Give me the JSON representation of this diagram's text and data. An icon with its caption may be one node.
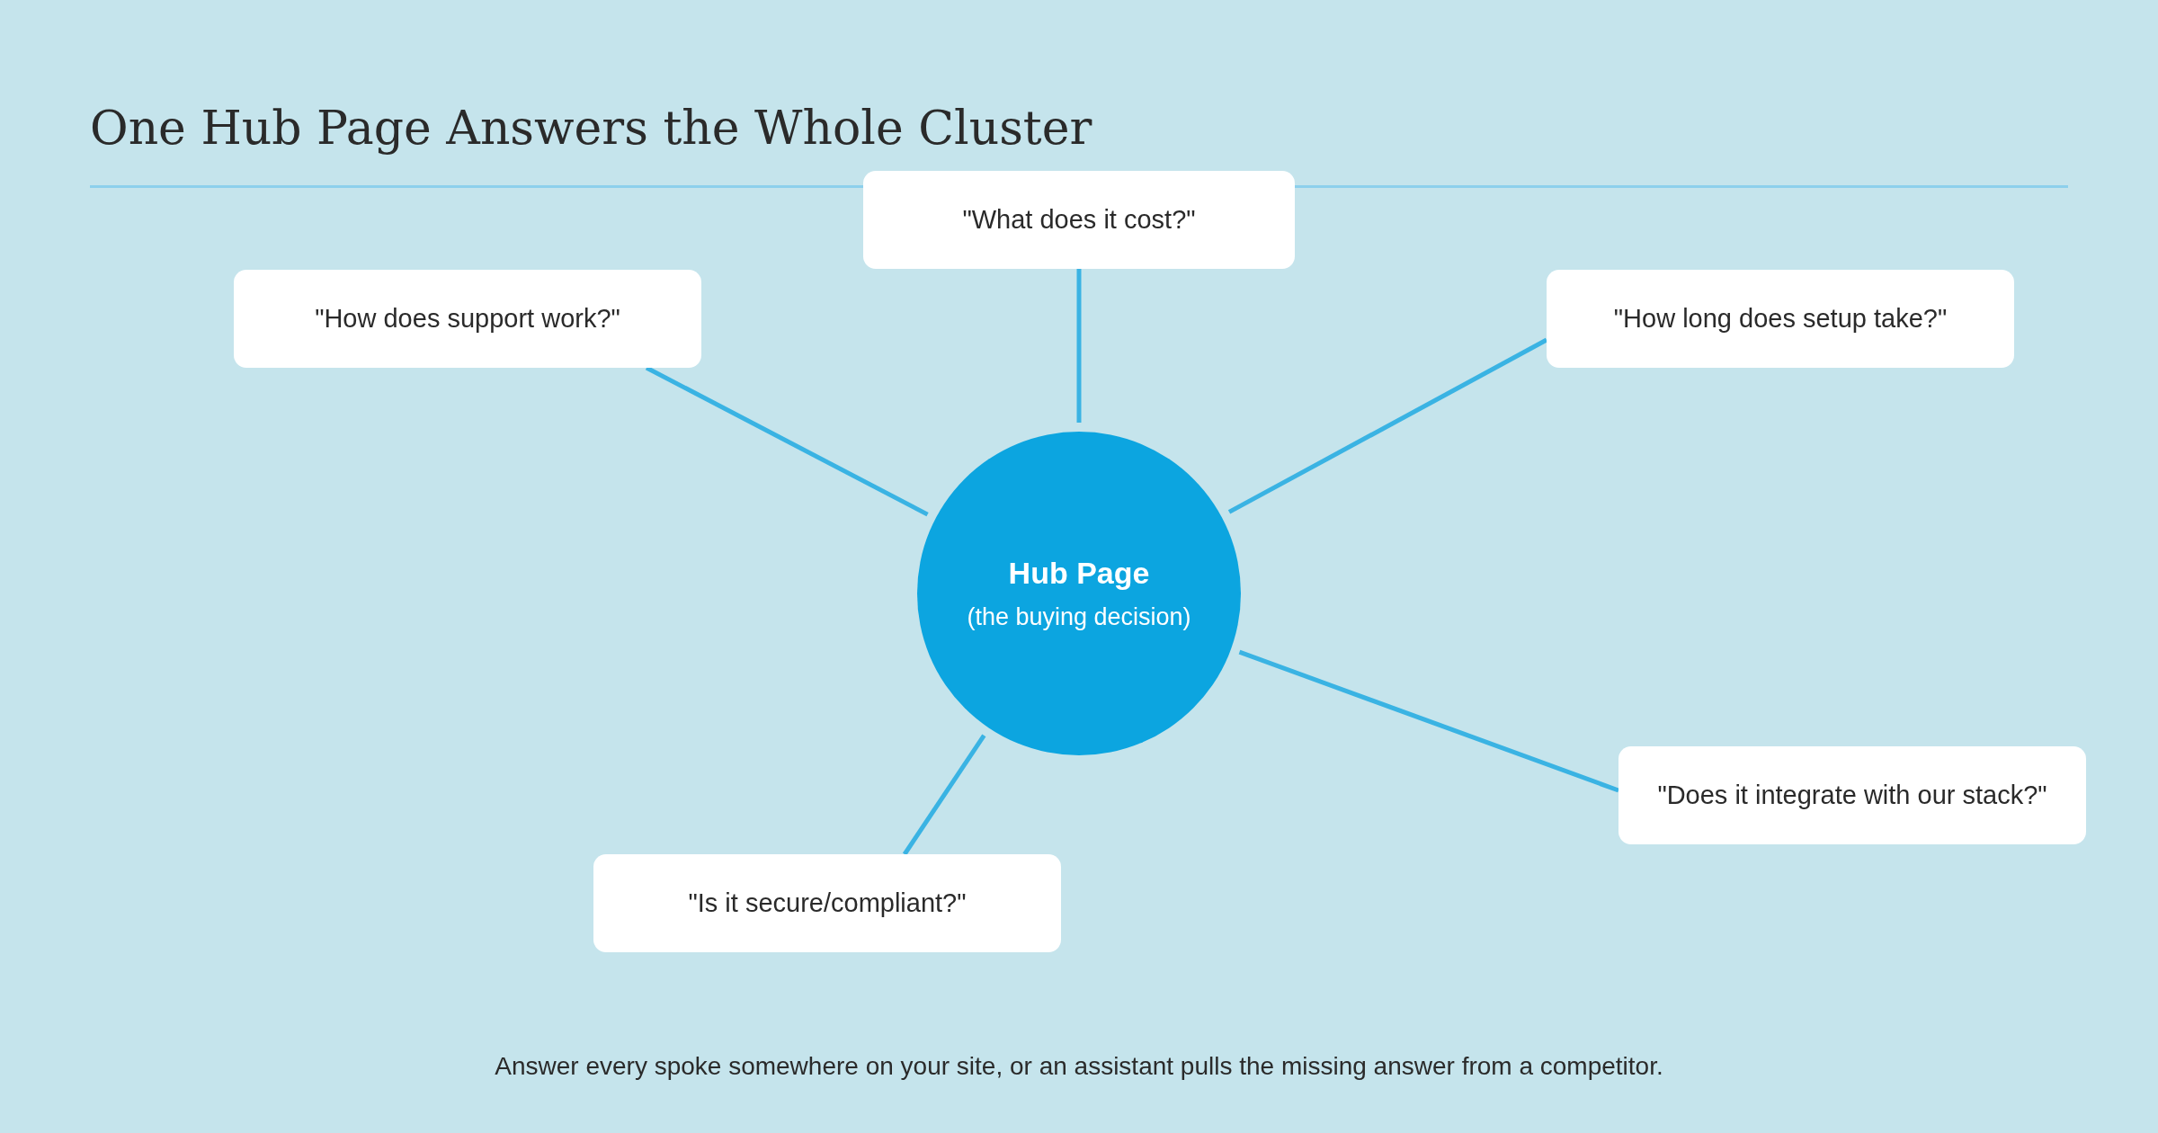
{
  "diagram": {
    "title": "One Hub Page Answers the Whole Cluster",
    "caption": "Answer every spoke somewhere on your site, or an assistant pulls the missing answer from a competitor.",
    "nodes": [
      {
        "text": [
          "\"What does it cost?\""
        ]
      },
      {
        "text": [
          "\"How does support work?\""
        ]
      },
      {
        "text": [
          "\"How long does setup take?\""
        ]
      },
      {
        "text": [
          "Hub Page",
          "(the buying decision)"
        ]
      },
      {
        "text": [
          "\"Does it integrate with our stack?\""
        ]
      },
      {
        "text": [
          "\"Is it secure/compliant?\""
        ]
      }
    ],
    "edges": [
      {
        "from": 3,
        "to": 0,
        "arrow": "none"
      },
      {
        "from": 3,
        "to": 1,
        "arrow": "none"
      },
      {
        "from": 3,
        "to": 2,
        "arrow": "none"
      },
      {
        "from": 3,
        "to": 4,
        "arrow": "none"
      },
      {
        "from": 3,
        "to": 5,
        "arrow": "none"
      }
    ]
  }
}
